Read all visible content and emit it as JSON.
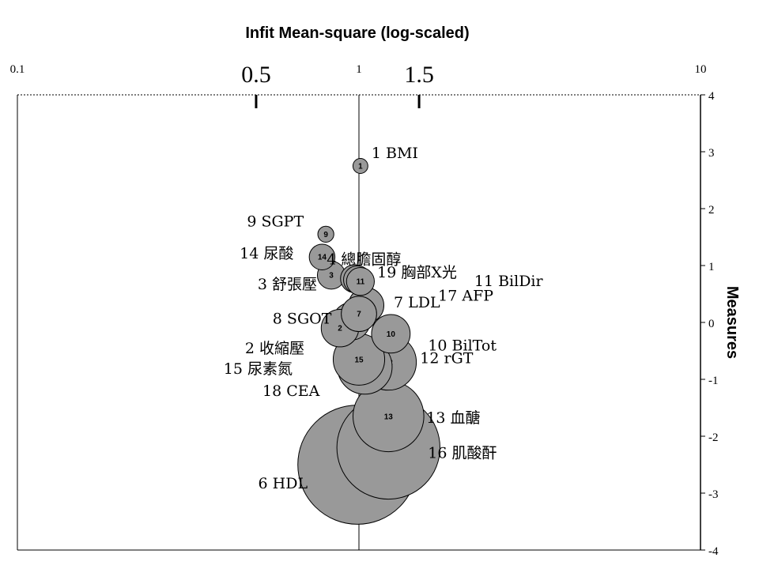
{
  "chart_data": {
    "type": "scatter",
    "title": "Infit Mean-square (log-scaled)",
    "xlabel": "Infit Mean-square (log-scaled)",
    "ylabel": "Measures",
    "x_scale": "log",
    "xlim": [
      0.1,
      10
    ],
    "ylim": [
      -4,
      4
    ],
    "x_tick_labels": [
      "0.1",
      "0.5",
      "1",
      "1.5",
      "10"
    ],
    "y_tick_labels": [
      "4",
      "3",
      "2",
      "1",
      "0",
      "-1",
      "-2",
      "-3",
      "-4"
    ],
    "reference_lines": {
      "x": 1,
      "x_markers": [
        0.5,
        1.5
      ]
    },
    "grid": false,
    "marker_color": "#999999",
    "points": [
      {
        "id": "1",
        "label": "1 BMI",
        "infit": 1.01,
        "measure": 2.75,
        "size": 0.8
      },
      {
        "id": "9",
        "label": "9 SGPT",
        "infit": 0.8,
        "measure": 1.55,
        "size": 0.9
      },
      {
        "id": "14",
        "label": "14 尿酸",
        "infit": 0.78,
        "measure": 1.15,
        "size": 1.8
      },
      {
        "id": "3",
        "label": "3 舒張壓",
        "infit": 0.83,
        "measure": 0.83,
        "size": 2.0
      },
      {
        "id": "4",
        "label": "4 總膽固醇",
        "infit": 0.97,
        "measure": 0.77,
        "size": 2.0
      },
      {
        "id": "19",
        "label": "19 胸部X光",
        "infit": 0.99,
        "measure": 0.75,
        "size": 2.0
      },
      {
        "id": "11",
        "label": "11 BilDir",
        "infit": 1.01,
        "measure": 0.72,
        "size": 2.0
      },
      {
        "id": "17",
        "label": "17 AFP",
        "infit": 1.05,
        "measure": 0.3,
        "size": 2.7
      },
      {
        "id": "7",
        "label": "7 LDL",
        "infit": 1.0,
        "measure": 0.15,
        "size": 2.7
      },
      {
        "id": "8",
        "label": "8 SGOT",
        "infit": 0.95,
        "measure": 0.02,
        "size": 2.9
      },
      {
        "id": "2",
        "label": "2 收縮壓",
        "infit": 0.88,
        "measure": -0.1,
        "size": 2.9
      },
      {
        "id": "10",
        "label": "10 BilTot",
        "infit": 1.24,
        "measure": -0.2,
        "size": 3.0
      },
      {
        "id": "15",
        "label": "15 尿素氮",
        "infit": 1.0,
        "measure": -0.65,
        "size": 4.2
      },
      {
        "id": "18",
        "label": "18 CEA",
        "infit": 1.04,
        "measure": -0.78,
        "size": 4.5
      },
      {
        "id": "12",
        "label": "12 rGT",
        "infit": 1.22,
        "measure": -0.7,
        "size": 4.6
      },
      {
        "id": "13",
        "label": "13 血醣",
        "infit": 1.22,
        "measure": -1.65,
        "size": 6.0
      },
      {
        "id": "16",
        "label": "16 肌酸酐",
        "infit": 1.22,
        "measure": -2.2,
        "size": 9.0
      },
      {
        "id": "6",
        "label": "6 HDL",
        "infit": 0.99,
        "measure": -2.5,
        "size": 10.5
      }
    ]
  }
}
